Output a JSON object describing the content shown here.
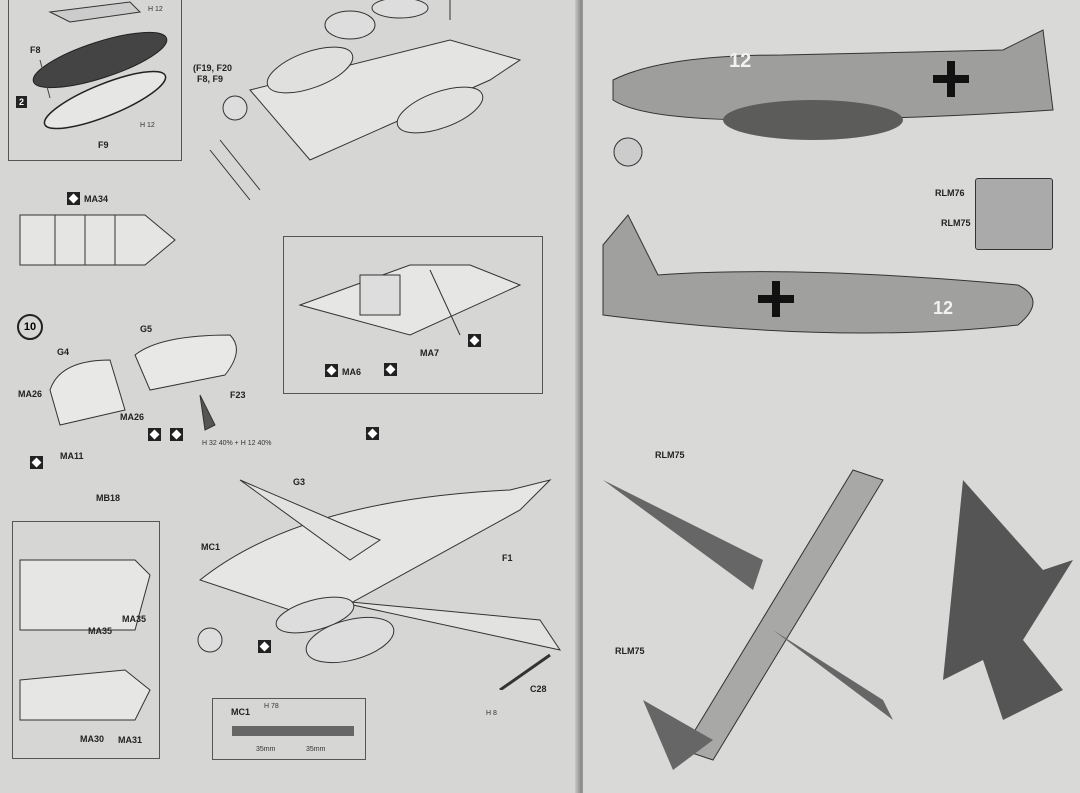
{
  "left_page": {
    "parts": {
      "F8": "F8",
      "F9": "F9",
      "F19_F20": "(F19, F20",
      "F8_F9": "F8, F9",
      "MA34": "MA34",
      "step_number": "10",
      "G4": "G4",
      "G5": "G5",
      "MA26a": "MA26",
      "MA26b": "MA26",
      "MA11": "MA11",
      "MB18": "MB18",
      "F23": "F23",
      "MA6": "MA6",
      "MA7": "MA7",
      "G3": "G3",
      "MC1": "MC1",
      "F1": "F1",
      "C28": "C28",
      "MA35a": "MA35",
      "MA35b": "MA35",
      "MA30": "MA30",
      "MA31": "MA31",
      "MC1_box": "MC1"
    },
    "paint_codes": {
      "h12": "H 12",
      "h78": "H 78",
      "h8": "H 8",
      "mix": "H 32 40% + H 12 40%"
    },
    "measure": {
      "left": "35mm",
      "right": "35mm"
    },
    "step_box_label": "2"
  },
  "right_page": {
    "codes": {
      "rlm76": "RLM76",
      "rlm75": "RLM75",
      "rlm75_b": "RLM75",
      "rlm75_c": "RLM75"
    },
    "aircraft_number": "12"
  }
}
